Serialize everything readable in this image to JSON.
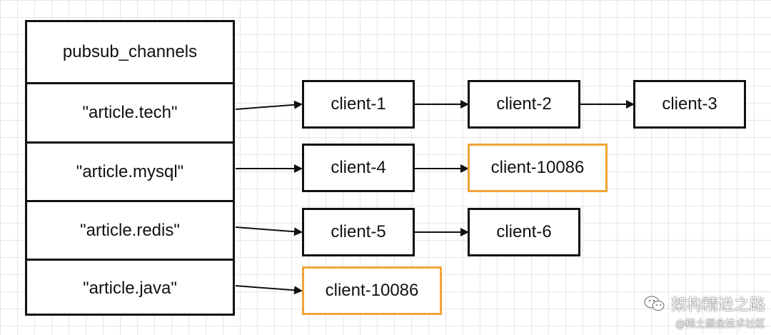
{
  "dict": {
    "header": "pubsub_channels",
    "channels": [
      "\"article.tech\"",
      "\"article.mysql\"",
      "\"article.redis\"",
      "\"article.java\""
    ]
  },
  "clients": {
    "tech": [
      "client-1",
      "client-2",
      "client-3"
    ],
    "mysql": [
      "client-4",
      "client-10086"
    ],
    "redis": [
      "client-5",
      "client-6"
    ],
    "java": [
      "client-10086"
    ]
  },
  "colors": {
    "border": "#111111",
    "highlight": "#f0a437",
    "grid": "#e6e6e6"
  },
  "watermark": {
    "icon": "wechat-icon",
    "line1": "架构精进之路",
    "line2": "@稀土掘金技术社区"
  }
}
